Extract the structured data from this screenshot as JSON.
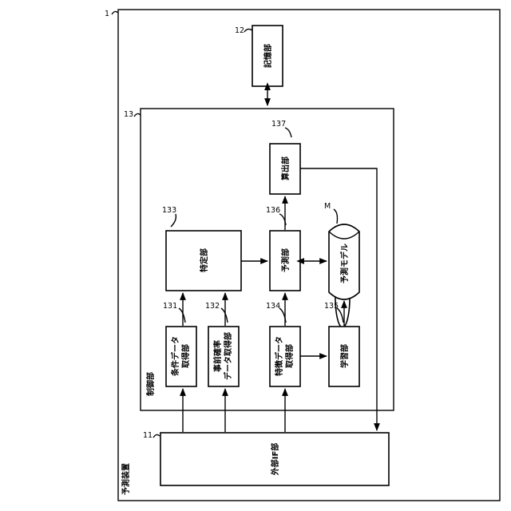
{
  "device": {
    "ref": "1",
    "label": "予測装置"
  },
  "storage": {
    "ref": "12",
    "label": "記憶部"
  },
  "control": {
    "ref": "13",
    "label": "制御部"
  },
  "external_if": {
    "ref": "11",
    "label": "外部IF部"
  },
  "calc": {
    "ref": "137",
    "label": "算出部"
  },
  "identify": {
    "ref": "133",
    "label": "特定部"
  },
  "predict": {
    "ref": "136",
    "label": "予測部"
  },
  "model": {
    "ref": "M",
    "label": "予測モデル"
  },
  "condition_data": {
    "ref": "131",
    "line1": "条件データ",
    "line2": "取得部"
  },
  "prior_prob_data": {
    "ref": "132",
    "line1": "事前確率",
    "line2": "データ取得部"
  },
  "feature_data": {
    "ref": "134",
    "line1": "特徴データ",
    "line2": "取得部"
  },
  "learning": {
    "ref": "135",
    "label": "学習部"
  }
}
